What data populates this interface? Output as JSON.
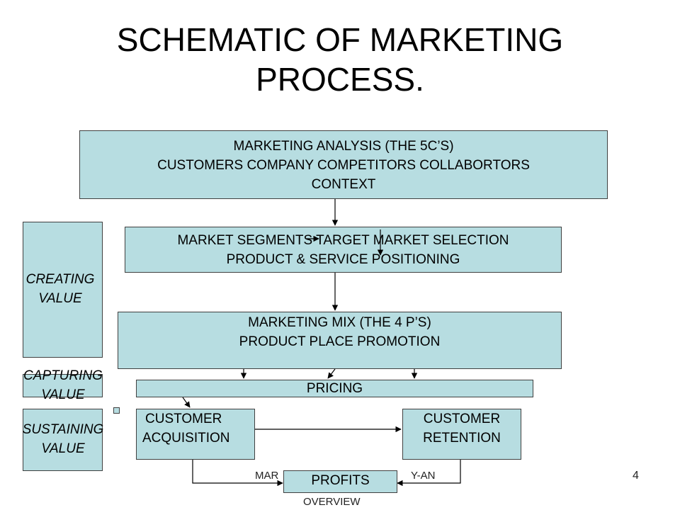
{
  "title": {
    "line1": "SCHEMATIC OF MARKETING",
    "line2": "PROCESS."
  },
  "analysis": {
    "line1": "MARKETING ANALYSIS (THE 5C’S)",
    "line2": "CUSTOMERS  COMPANY  COMPETITORS  COLLABORTORS",
    "line3": "CONTEXT"
  },
  "segments": {
    "line1": "MARKET SEGMENTS  TARGET MARKET SELECTION",
    "line2": "PRODUCT & SERVICE POSITIONING"
  },
  "mix": {
    "line1": "MARKETING MIX (THE 4 P’S)",
    "line2": "PRODUCT  PLACE  PROMOTION"
  },
  "pricing": "PRICING",
  "acquisition": {
    "line1": "CUSTOMER",
    "line2": "ACQUISITION"
  },
  "retention": {
    "line1": "CUSTOMER",
    "line2": "RETENTION"
  },
  "profits": "PROFITS",
  "side": {
    "creating": {
      "line1": "CREATING",
      "line2": "VALUE"
    },
    "capturing": {
      "line1": "CAPTURING",
      "line2": "VALUE"
    },
    "sustaining": {
      "line1": "SUSTAINING",
      "line2": "VALUE"
    }
  },
  "footer": {
    "left": "MAR",
    "right": "Y-AN",
    "bottom": "OVERVIEW",
    "page_number": "4"
  },
  "colors": {
    "box_fill": "#b7dde1",
    "box_border": "#404040"
  }
}
